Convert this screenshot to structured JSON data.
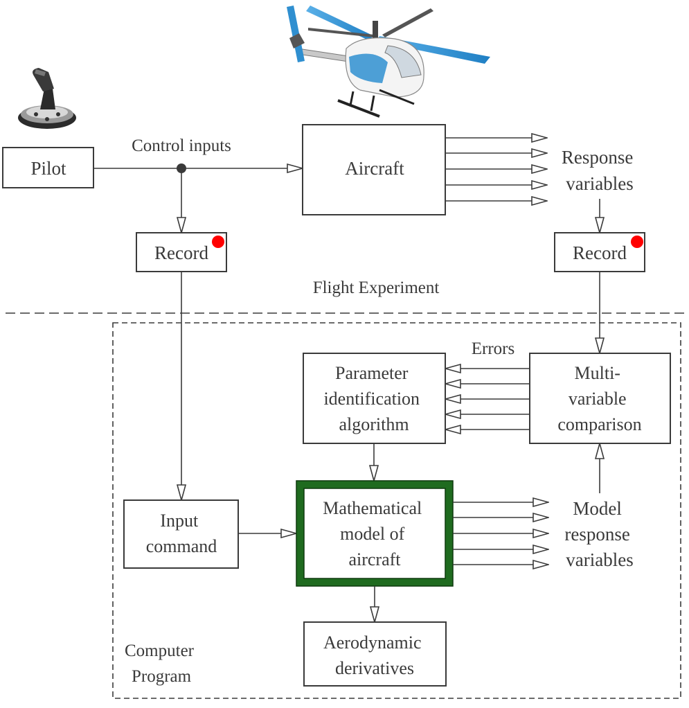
{
  "labels": {
    "pilot": "Pilot",
    "control_inputs": "Control inputs",
    "aircraft": "Aircraft",
    "response_variables": [
      "Response",
      "variables"
    ],
    "record_left": "Record",
    "record_right": "Record",
    "flight_experiment": "Flight Experiment",
    "errors": "Errors",
    "param_id": [
      "Parameter",
      "identification",
      "algorithm"
    ],
    "multivariable": [
      "Multi-",
      "variable",
      "comparison"
    ],
    "input_command": [
      "Input",
      "command"
    ],
    "math_model": [
      "Mathematical",
      "model of",
      "aircraft"
    ],
    "model_response": [
      "Model",
      "response",
      "variables"
    ],
    "aero_derivatives": [
      "Aerodynamic",
      "derivatives"
    ],
    "computer_program": [
      "Computer",
      "Program"
    ]
  },
  "colors": {
    "line": "#3a3a3a",
    "record_indicator": "#ff0000",
    "model_border": "#1f6b1f",
    "heli_blue": "#2f8fd0"
  },
  "icons": {
    "joystick": "joystick-icon",
    "helicopter": "helicopter-icon",
    "record_indicator": "record-dot-icon"
  }
}
